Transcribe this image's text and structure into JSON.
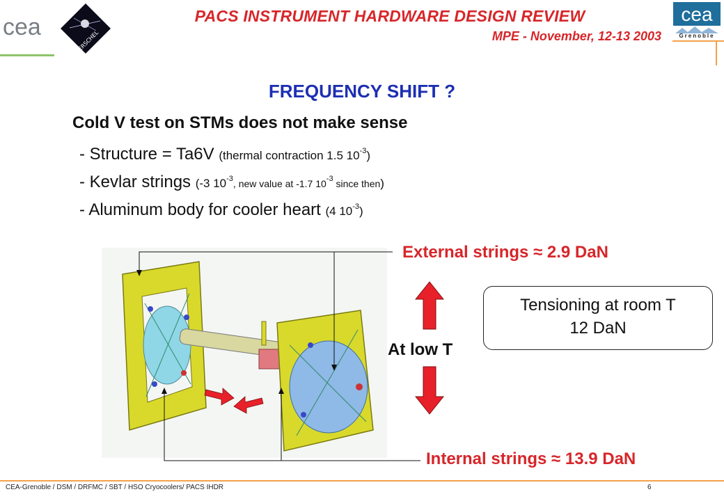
{
  "header": {
    "title": "PACS INSTRUMENT HARDWARE DESIGN REVIEW",
    "subtitle": "MPE - November, 12-13 2003",
    "left_logo_text": "cea",
    "herschel_logo_text": "HERSCHEL",
    "right_logo_text": "cea",
    "right_logo_subtext": "Grenoble"
  },
  "slide": {
    "title": "FREQUENCY SHIFT ?",
    "lead": "Cold V test on STMs does not make sense",
    "bullets": [
      {
        "main": "- Structure = Ta6V",
        "detail_pre": "(thermal contraction 1.5 10",
        "exp1": "-3",
        "detail_post": ")"
      },
      {
        "main": "- Kevlar strings",
        "detail_pre": "(-3 10",
        "exp1": "-3",
        "note_pre": ", new value at -1.7 10",
        "exp2": "-3",
        "note_post": " since then",
        "detail_post": ")"
      },
      {
        "main": "- Aluminum body for cooler heart",
        "detail_pre": "(4 10",
        "exp1": "-3",
        "detail_post": ")"
      }
    ]
  },
  "figure": {
    "external_label": "External strings ≈ 2.9 DaN",
    "internal_label": "Internal strings ≈ 13.9 DaN",
    "low_t_label": "At low T",
    "tension_line1": "Tensioning at room T",
    "tension_line2": "12 DaN"
  },
  "footer": {
    "left": "CEA-Grenoble / DSM / DRFMC / SBT / HSO Cryocoolers/ PACS IHDR",
    "page": "6"
  },
  "colors": {
    "red": "#d7262a",
    "blue_title": "#1d2fb2",
    "green_rule": "#8ec36b",
    "orange_rule": "#f3a14a"
  }
}
